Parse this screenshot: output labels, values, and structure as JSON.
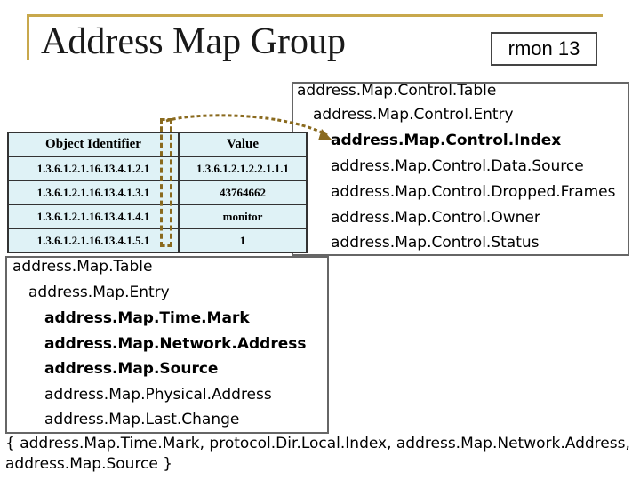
{
  "slide": {
    "title": "Address Map Group",
    "tag": "rmon 13"
  },
  "control_table": {
    "table": "address.Map.Control.Table",
    "entry": "address.Map.Control.Entry",
    "fields": [
      {
        "label": "address.Map.Control.Index",
        "bold": true
      },
      {
        "label": "address.Map.Control.Data.Source",
        "bold": false
      },
      {
        "label": "address.Map.Control.Dropped.Frames",
        "bold": false
      },
      {
        "label": "address.Map.Control.Owner",
        "bold": false
      },
      {
        "label": "address.Map.Control.Status",
        "bold": false
      }
    ]
  },
  "oid_table": {
    "headers": [
      "Object Identifier",
      "Value"
    ],
    "rows": [
      [
        "1.3.6.1.2.1.16.13.4.1.2.1",
        "1.3.6.1.2.1.2.2.1.1.1"
      ],
      [
        "1.3.6.1.2.1.16.13.4.1.3.1",
        "43764662"
      ],
      [
        "1.3.6.1.2.1.16.13.4.1.4.1",
        "monitor"
      ],
      [
        "1.3.6.1.2.1.16.13.4.1.5.1",
        "1"
      ]
    ]
  },
  "map_table": {
    "table": "address.Map.Table",
    "entry": "address.Map.Entry",
    "fields": [
      {
        "label": "address.Map.Time.Mark",
        "bold": true
      },
      {
        "label": "address.Map.Network.Address",
        "bold": true
      },
      {
        "label": "address.Map.Source",
        "bold": true
      },
      {
        "label": "address.Map.Physical.Address",
        "bold": false
      },
      {
        "label": "address.Map.Last.Change",
        "bold": false
      }
    ]
  },
  "index_clause": "{ address.Map.Time.Mark, protocol.Dir.Local.Index, address.Map.Network.Address, address.Map.Source }",
  "colors": {
    "frame": "#c8a84c",
    "table_fill": "#dff2f6",
    "highlight": "#8a6a1e"
  }
}
